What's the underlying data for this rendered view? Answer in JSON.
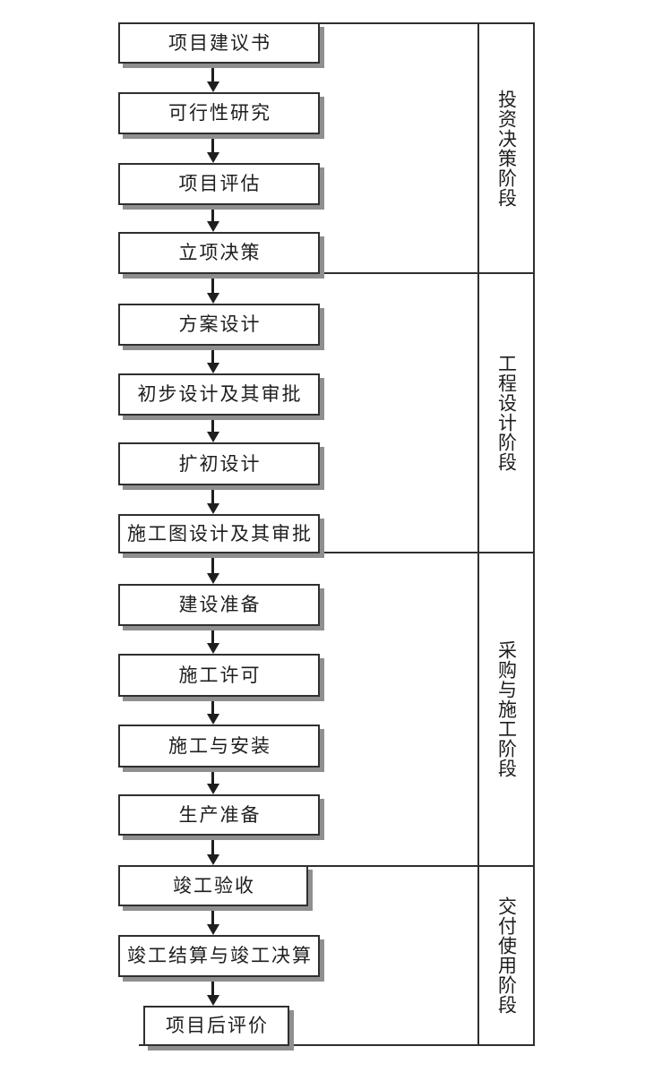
{
  "diagram_type": "flowchart",
  "flow": {
    "boxes": [
      {
        "label": "项目建议书"
      },
      {
        "label": "可行性研究"
      },
      {
        "label": "项目评估"
      },
      {
        "label": "立项决策"
      },
      {
        "label": "方案设计"
      },
      {
        "label": "初步设计及其审批"
      },
      {
        "label": "扩初设计"
      },
      {
        "label": "施工图设计及其审批"
      },
      {
        "label": "建设准备"
      },
      {
        "label": "施工许可"
      },
      {
        "label": "施工与安装"
      },
      {
        "label": "生产准备"
      },
      {
        "label": "竣工验收"
      },
      {
        "label": "竣工结算与竣工决算"
      },
      {
        "label": "项目后评价"
      }
    ]
  },
  "phases": [
    {
      "label": "投资决策阶段",
      "covers_steps": [
        1,
        4
      ]
    },
    {
      "label": "工程设计阶段",
      "covers_steps": [
        5,
        8
      ]
    },
    {
      "label": "采购与施工阶段",
      "covers_steps": [
        9,
        12
      ]
    },
    {
      "label": "交付使用阶段",
      "covers_steps": [
        13,
        15
      ]
    }
  ],
  "colors": {
    "line": "#2f2f2f",
    "text": "#1e1e1e",
    "box_shadow": "#8f8f8f",
    "background": "#ffffff"
  }
}
